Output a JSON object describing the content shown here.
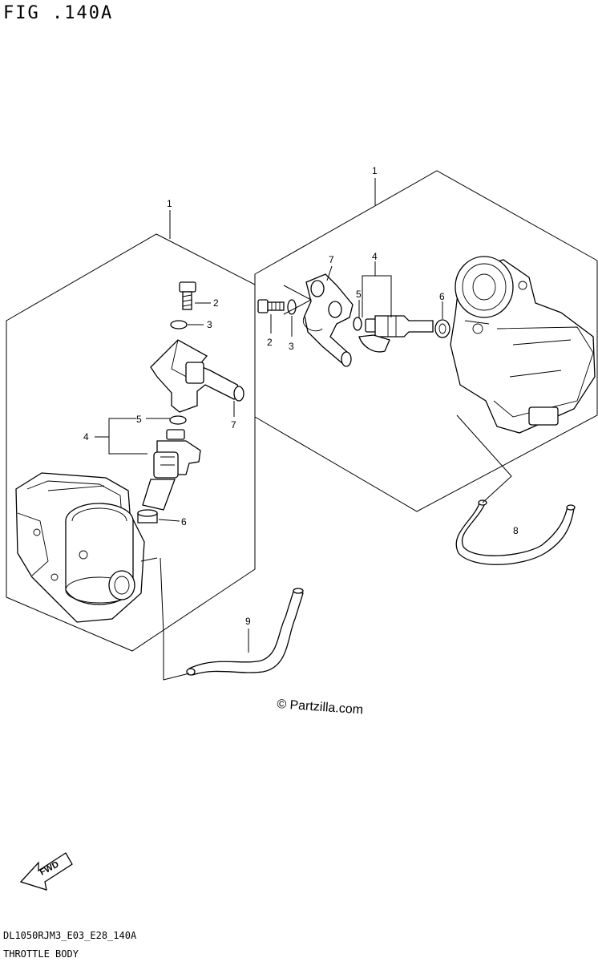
{
  "figure": {
    "title": "FIG .140A"
  },
  "callouts": {
    "assembly_left": "1",
    "assembly_right": "1",
    "left": {
      "p2": "2",
      "p3": "3",
      "p4": "4",
      "p5": "5",
      "p6": "6",
      "p7": "7"
    },
    "right": {
      "p2": "2",
      "p3": "3",
      "p4": "4",
      "p5": "5",
      "p6": "6",
      "p7": "7"
    },
    "hose_8": "8",
    "hose_9": "9"
  },
  "watermark": "© Partzilla.com",
  "footer": {
    "fwd_label": "FWD",
    "code": "DL1050RJM3_E03_E28_140A",
    "caption": "THROTTLE BODY"
  }
}
